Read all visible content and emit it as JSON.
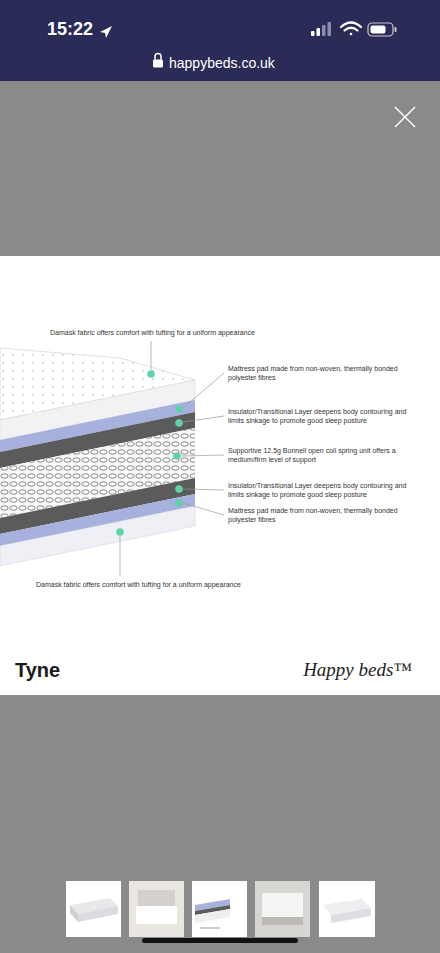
{
  "diagram": {
    "title": "Tyne",
    "labels": [
      "15:22",
      "happybeds.co.uk",
      "Damask fabric offers comfort with tufting for a uniform appearance",
      "Mattress pad made from non-woven, thermally bonded polyester fibres",
      "Insulator/Transitional Layer deepens body contouring and limits sinkage to promote good sleep posture",
      "Supportive 12.5g Bonnell open coil spring unit offers a medium/firm level of support",
      "Insulator/Transitional Layer deepens body contouring and limits sinkage to promote good sleep posture",
      "Mattress pad made from non-woven, thermally bonded polyester fibres",
      "Damask fabric offers comfort with tufting for a uniform appearance",
      "Happy beds™"
    ]
  }
}
